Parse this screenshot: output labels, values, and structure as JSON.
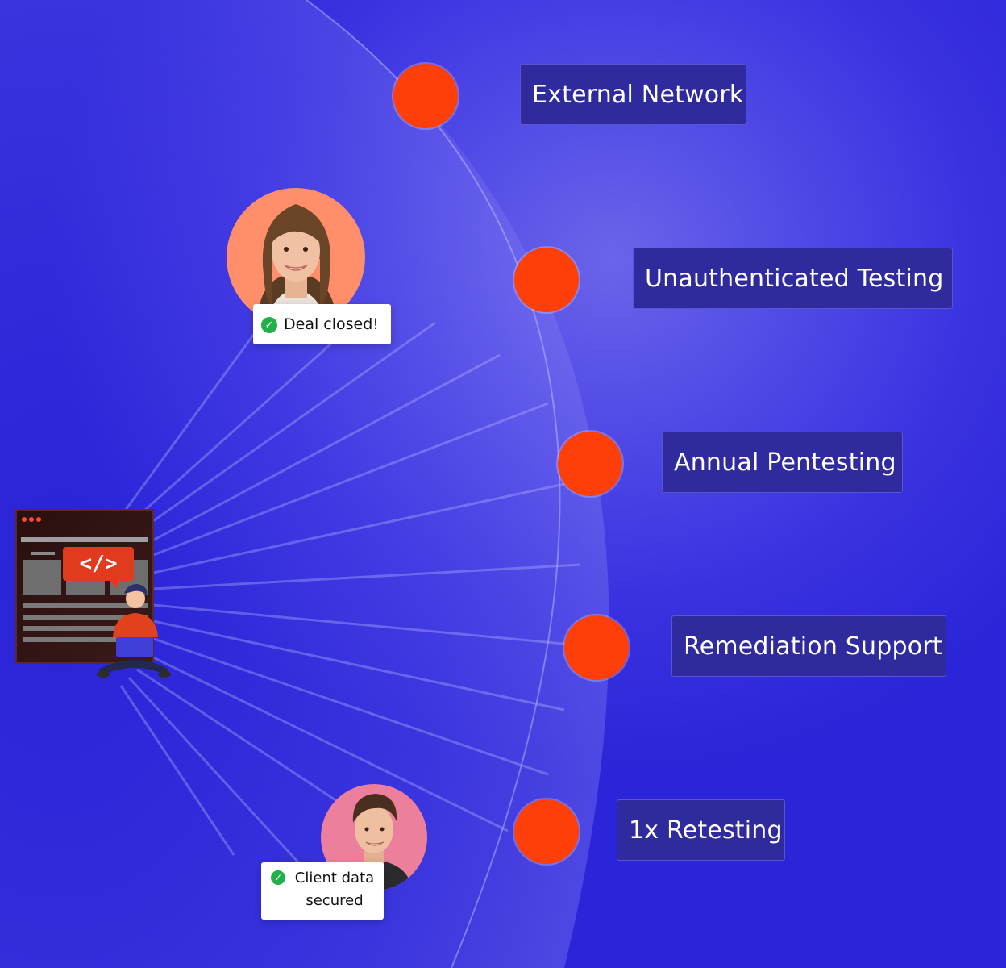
{
  "services": [
    {
      "label": "External Network"
    },
    {
      "label": "Unauthenticated Testing"
    },
    {
      "label": "Annual Pentesting"
    },
    {
      "label": "Remediation Support"
    },
    {
      "label": "1x Retesting"
    }
  ],
  "toasts": {
    "deal_closed": "Deal closed!",
    "client_data": "Client data secured"
  },
  "illustration": {
    "code_tag": "</>"
  },
  "colors": {
    "background": "#3a32e0",
    "accent_dot": "#ff3f0a",
    "label_bg": "#2f2a9e",
    "check_green": "#22b04b"
  },
  "icons": [
    "check-circle-icon",
    "browser-window-icon",
    "code-icon",
    "developer-illustration",
    "woman-avatar",
    "man-avatar"
  ]
}
